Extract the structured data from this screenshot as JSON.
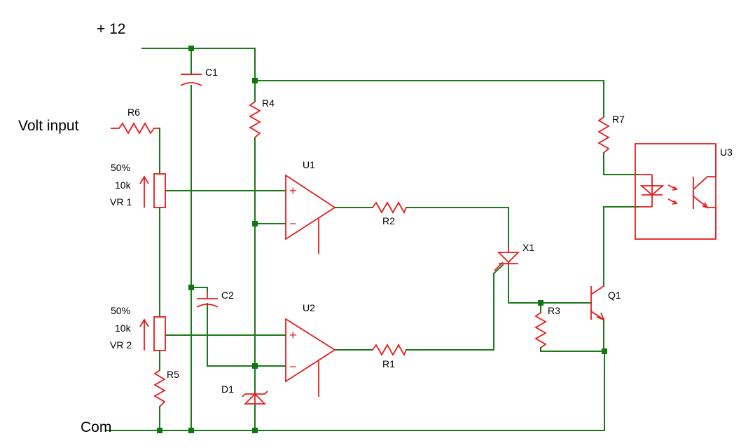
{
  "colors": {
    "wire": "#1a7a1a",
    "component": "#e81c1c",
    "junction": "#0b7a0b",
    "text": "#000000"
  },
  "labels": {
    "supply": "+ 12",
    "input": "Volt input",
    "common": "Com"
  },
  "components": {
    "C1": "C1",
    "C2": "C2",
    "R1": "R1",
    "R2": "R2",
    "R3": "R3",
    "R4": "R4",
    "R5": "R5",
    "R6": "R6",
    "R7": "R7",
    "U1": "U1",
    "U2": "U2",
    "U3": "U3",
    "X1": "X1",
    "Q1": "Q1",
    "D1": "D1",
    "VR1": {
      "setting": "50%",
      "value": "10k",
      "name": "VR 1"
    },
    "VR2": {
      "setting": "50%",
      "value": "10k",
      "name": "VR 2"
    }
  },
  "opamp_pins": {
    "plus": "+",
    "minus": "−"
  }
}
